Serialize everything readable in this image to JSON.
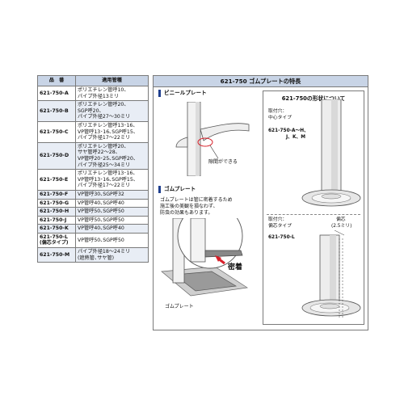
{
  "table": {
    "header": {
      "code": "品　番",
      "desc": "適用管種"
    },
    "rows": [
      {
        "code": "621-750-A",
        "desc": [
          "ポリエチレン管呼10、",
          "パイプ外径13ミリ"
        ]
      },
      {
        "code": "621-750-B",
        "desc": [
          "ポリエチレン管呼20、",
          "SGP呼20、",
          "パイプ外径27〜30ミリ"
        ]
      },
      {
        "code": "621-750-C",
        "desc": [
          "ポリエチレン管呼13･16、",
          "VP管呼13･16､SGP呼15、",
          "パイプ外径17〜22ミリ"
        ]
      },
      {
        "code": "621-750-D",
        "desc": [
          "ポリエチレン管呼20、",
          "サヤ管呼22〜28、",
          "VP管呼20･25､SGP呼20、",
          "パイプ外径25〜34ミリ"
        ]
      },
      {
        "code": "621-750-E",
        "desc": [
          "ポリエチレン管呼13･16、",
          "VP管呼13･16､SGP呼15、",
          "パイプ外径17〜22ミリ"
        ]
      },
      {
        "code": "621-750-F",
        "desc": [
          "VP管呼30､SGP呼32"
        ]
      },
      {
        "code": "621-750-G",
        "desc": [
          "VP管呼40､SGP呼40"
        ]
      },
      {
        "code": "621-750-H",
        "desc": [
          "VP管呼50､SGP呼50"
        ]
      },
      {
        "code": "621-750-J",
        "desc": [
          "VP管呼50､SGP呼50"
        ]
      },
      {
        "code": "621-750-K",
        "desc": [
          "VP管呼40､SGP呼40"
        ]
      },
      {
        "code": "621-750-L",
        "code_sub": "(偏芯タイプ)",
        "desc": [
          "VP管呼50､SGP呼50"
        ]
      },
      {
        "code": "621-750-M",
        "desc": [
          "パイプ外径18〜24ミリ",
          "(遮熱管､サヤ管)"
        ]
      }
    ]
  },
  "panel": {
    "title": "621-750 ゴムプレートの特長",
    "vinyl_label": "ビニールプレート",
    "gap_note": "隙間ができる",
    "rubber_label": "ゴムプレート",
    "rubber_desc": [
      "ゴムプレートは管に密着するため",
      "施工後の美観を損なわず、",
      "防虫の効果もあります。"
    ],
    "seal_label": "密着",
    "rubber_caption": "ゴムプレート",
    "shape": {
      "title": "621-750の形状について",
      "center_label": [
        "取付穴：",
        "中心タイプ"
      ],
      "center_models": [
        "621-750-A〜H、",
        "J、K、M"
      ],
      "offset_label": [
        "取付穴：",
        "偏芯タイプ"
      ],
      "offset_model": "621-750-L",
      "offset_note": [
        "偏芯",
        "(2.5ミリ)"
      ]
    }
  },
  "colors": {
    "header_bg": "#c8d4e6",
    "accent": "#1f3f8f",
    "arrow": "#d8202a"
  }
}
